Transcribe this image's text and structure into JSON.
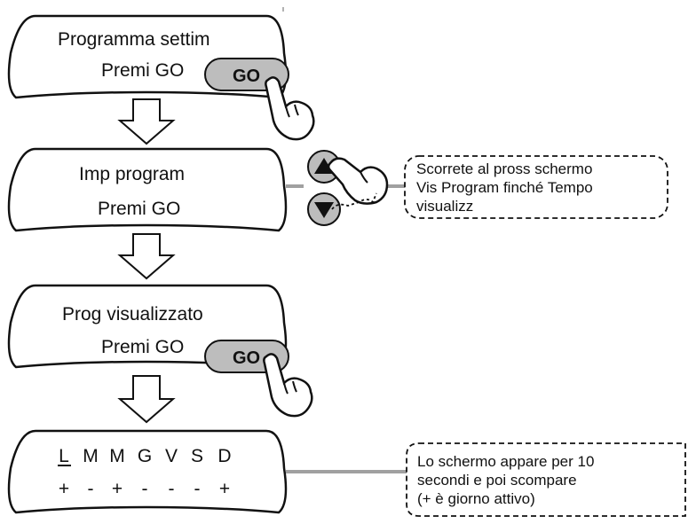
{
  "screens": [
    {
      "line1": "Programma settim",
      "line2": "Premi GO"
    },
    {
      "line1": "Imp program",
      "line2": "Premi GO"
    },
    {
      "line1": "Prog visualizzato",
      "line2": "Premi GO"
    }
  ],
  "go_button_label": "GO",
  "week_display": {
    "days": [
      "L",
      "M",
      "M",
      "G",
      "V",
      "S",
      "D"
    ],
    "states": [
      "+",
      "-",
      "+",
      "-",
      "-",
      "-",
      "+"
    ]
  },
  "notes": {
    "scroll": [
      "Scorrete al pross schermo",
      "Vis Program finché Tempo",
      "visualizz"
    ],
    "week": [
      "Lo schermo appare per 10",
      "secondi e poi scompare",
      "(+ è giorno attivo)"
    ]
  }
}
